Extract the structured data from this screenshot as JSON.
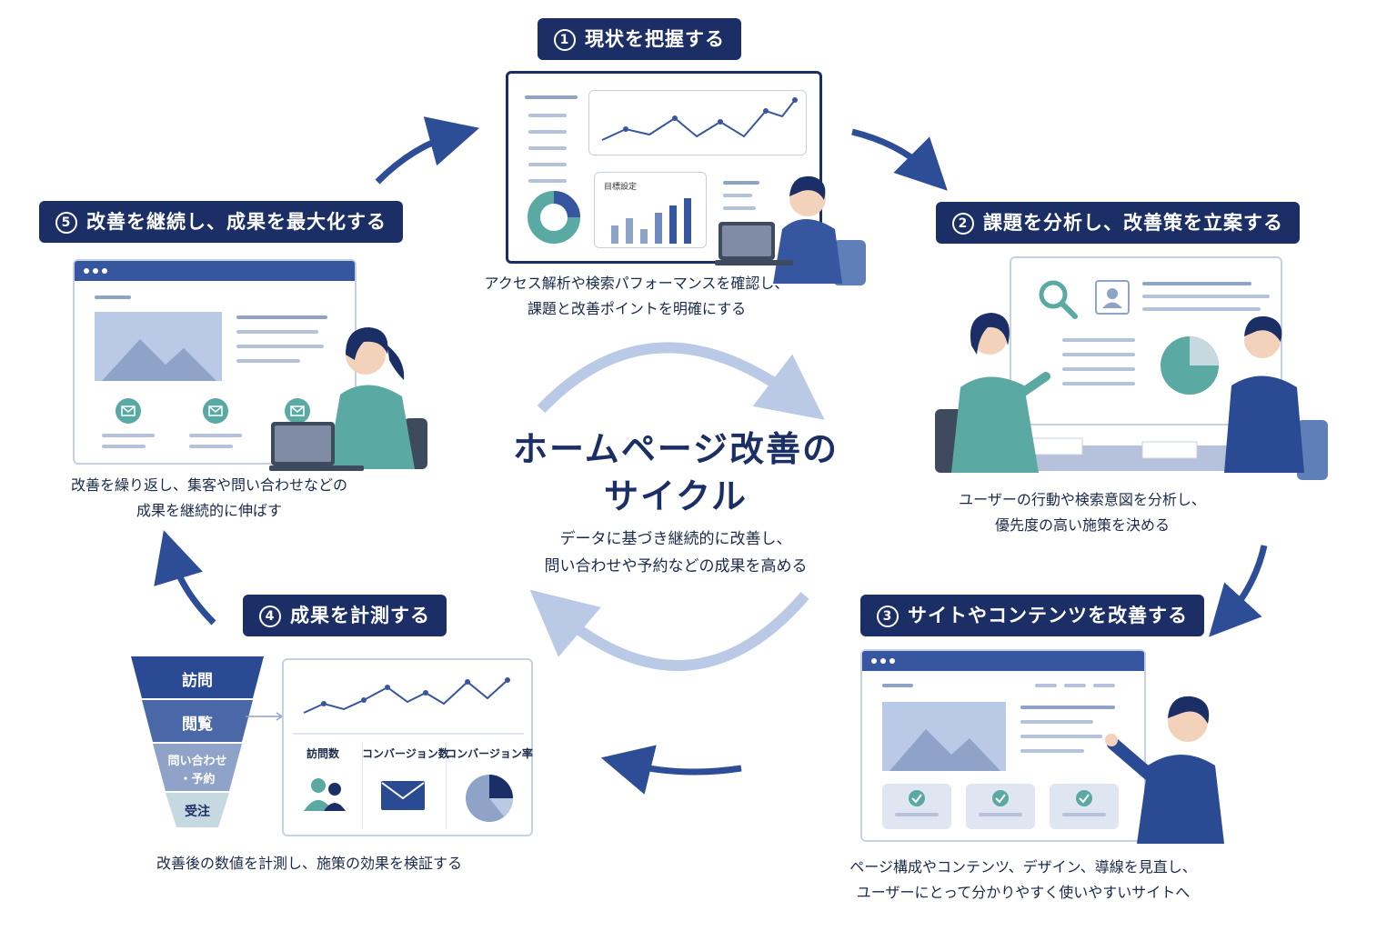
{
  "center": {
    "title_line1": "ホームページ改善の",
    "title_line2": "サイクル",
    "sub_line1": "データに基づき継続的に改善し、",
    "sub_line2": "問い合わせや予約などの成果を高める"
  },
  "steps": [
    {
      "num": "1",
      "title": "現状を把握する",
      "desc_line1": "アクセス解析や検索パフォーマンスを確認し、",
      "desc_line2": "課題と改善ポイントを明確にする"
    },
    {
      "num": "2",
      "title": "課題を分析し、改善策を立案する",
      "desc_line1": "ユーザーの行動や検索意図を分析し、",
      "desc_line2": "優先度の高い施策を決める"
    },
    {
      "num": "3",
      "title": "サイトやコンテンツを改善する",
      "desc_line1": "ページ構成やコンテンツ、デザイン、導線を見直し、",
      "desc_line2": "ユーザーにとって分かりやすく使いやすいサイトへ"
    },
    {
      "num": "4",
      "title": "成果を計測する",
      "desc_line1": "改善後の数値を計測し、施策の効果を検証する"
    },
    {
      "num": "5",
      "title": "改善を継続し、成果を最大化する",
      "desc_line1": "改善を繰り返し、集客や問い合わせなどの",
      "desc_line2": "成果を継続的に伸ばす"
    }
  ],
  "dashboard": {
    "panel_title": "目標設定"
  },
  "funnel": {
    "stages": [
      "訪問",
      "閲覧",
      "問い合わせ",
      "・予約",
      "受注"
    ]
  },
  "kpis": [
    "訪問数",
    "コンバージョン数",
    "コンバージョン率"
  ],
  "colors": {
    "navy": "#1b2f66",
    "blue": "#3656a0",
    "teal": "#5aa9a2",
    "light": "#b9c9e6"
  },
  "icons": [
    "search-icon",
    "user-icon",
    "mail-icon",
    "check-icon",
    "people-icon",
    "envelope-icon",
    "pie-icon"
  ]
}
